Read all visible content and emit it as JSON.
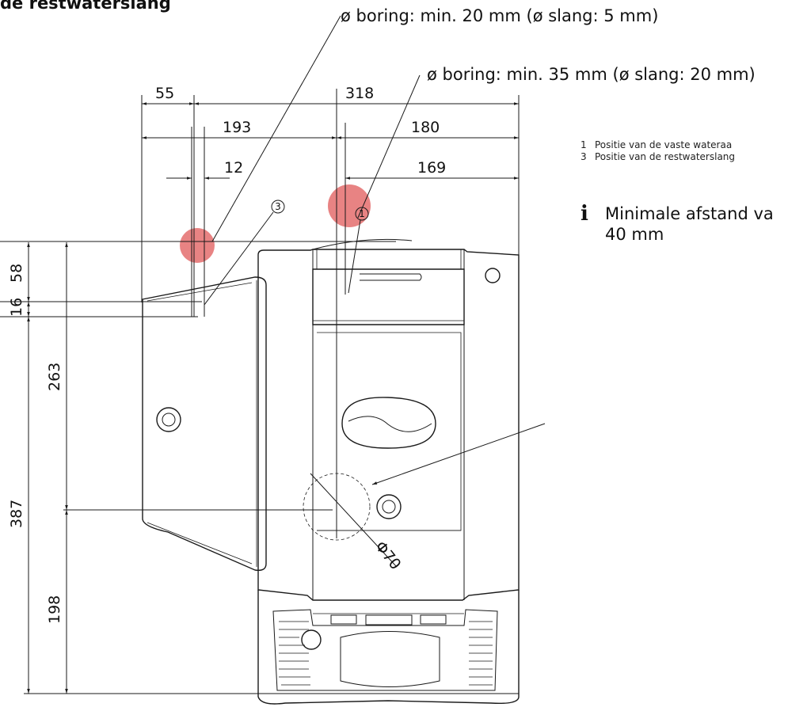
{
  "title": "de restwaterslang",
  "callouts": {
    "small_bore": "ø boring: min. 20 mm (ø slang: 5 mm)",
    "large_bore": "ø boring: min. 35 mm (ø slang: 20 mm)"
  },
  "legend": [
    {
      "num": "1",
      "text": "Positie van de vaste wateraa"
    },
    {
      "num": "3",
      "text": "Positie van de restwaterslang"
    }
  ],
  "info": {
    "icon": "info-icon",
    "line1": "Minimale afstand va",
    "line2": "40 mm"
  },
  "dimensions": {
    "horizontal": [
      "55",
      "318",
      "193",
      "180",
      "12",
      "169"
    ],
    "vertical": [
      "58",
      "16",
      "263",
      "387",
      "198"
    ],
    "diameter": "Φ70"
  },
  "markers": [
    "3",
    "1"
  ],
  "colors": {
    "bore_mark": "#e05a5a",
    "line": "#1a1a1a"
  }
}
